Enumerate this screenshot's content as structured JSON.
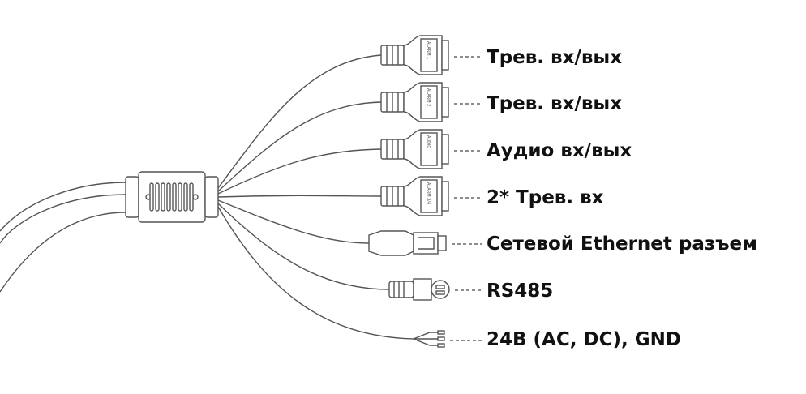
{
  "diagram": {
    "labels": [
      "Трев. вх/вых",
      "Трев. вх/вых",
      "Аудио вх/вых",
      "2* Трев. вх",
      "Сетевой Ethernet разъем",
      "RS485",
      "24В (AC, DC), GND"
    ],
    "connector_marks": [
      "ALARM 1",
      "ALARM 2",
      "AUDIO",
      "ALARM 3/4"
    ],
    "line_color": "#555555",
    "text_color": "#111111"
  }
}
